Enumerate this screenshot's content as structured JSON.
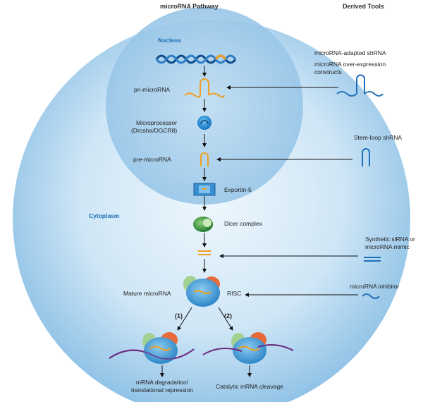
{
  "headers": {
    "pathway": "microRNA Pathway",
    "tools": "Derived Tools"
  },
  "regions": {
    "nucleus": "Nucleus",
    "cytoplasm": "Cytoplasm"
  },
  "pathway_steps": {
    "pri": "pri-microRNA",
    "microprocessor_line1": "Microprocessor",
    "microprocessor_line2": "(Drosha/DGCR8)",
    "pre": "pre-microRNA",
    "exportin": "Exportin-5",
    "dicer": "Dicer complex",
    "mature": "Mature microRNA",
    "risc": "RISC",
    "branch1": "(1)",
    "branch2": "(2)",
    "outcome1_line1": "mRNA degradation/",
    "outcome1_line2": "translational repression",
    "outcome2": "Catalytic mRNA cleavage"
  },
  "tools": {
    "adapted_shrna": "microRNA-adapted shRNA",
    "overexpression_line1": "microRNA over-expression",
    "overexpression_line2": "constructs",
    "stemloop": "Stem-loop shRNA",
    "sirna_line1": "Synthetic siRNA or",
    "sirna_line2": "microRNA mimic",
    "inhibitor": "microRNA inhibitor"
  },
  "colors": {
    "cell_light": "#eaf4fb",
    "cell_dark": "#9fcbe9",
    "nucleus": "#a8d0ec",
    "rna_orange": "#f0a020",
    "tool_blue": "#1f6fb8",
    "dna_blue": "#0c4a8a",
    "risc_blue": "#3d9ad6",
    "risc_orange": "#e86a3a",
    "risc_green": "#7cb46a",
    "mrna_purple": "#6b2b82",
    "dicer_green": "#2e8b3a"
  }
}
